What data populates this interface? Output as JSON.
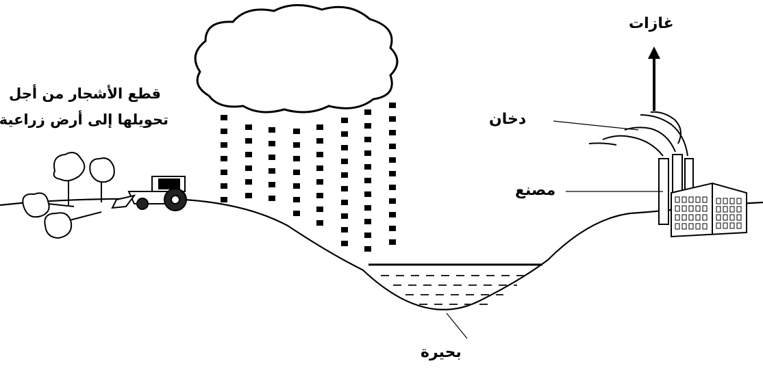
{
  "labels": {
    "gases": "غازات",
    "smoke": "دخان",
    "factory": "مصنع",
    "lake": "بحيرة",
    "deforestation_line1": "قطع الأشجار من أجل",
    "deforestation_line2": "تحويلها إلى أرض زراعية"
  },
  "colors": {
    "ink": "#000000",
    "background": "#ffffff"
  },
  "icons": [
    "cloud-icon",
    "rain-icon",
    "tree-icon",
    "tractor-icon",
    "factory-icon",
    "chimney-icon",
    "arrow-up-icon"
  ]
}
